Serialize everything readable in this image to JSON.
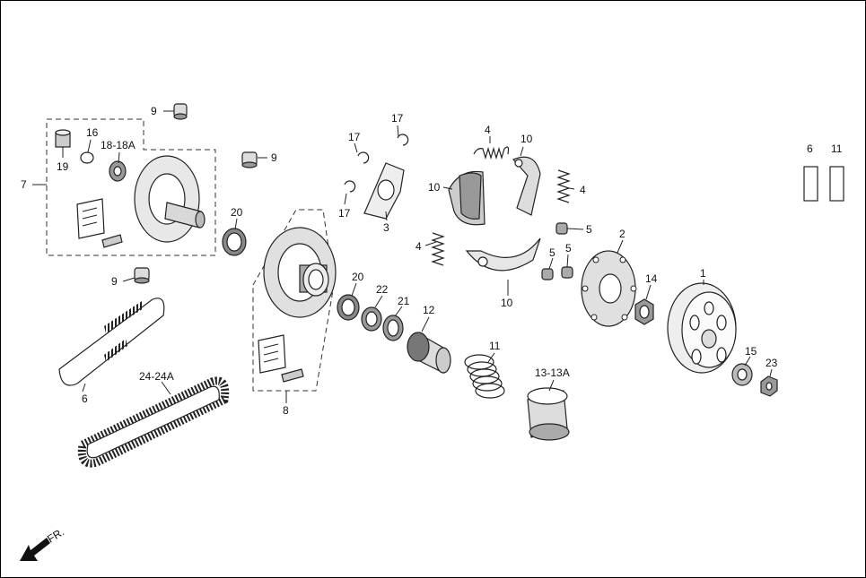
{
  "labels": {
    "l1": "1",
    "l2": "2",
    "l3": "3",
    "l4a": "4",
    "l4b": "4",
    "l4c": "4",
    "l5a": "5",
    "l5b": "5",
    "l5c": "5",
    "l6a": "6",
    "l6b": "6",
    "l7": "7",
    "l8": "8",
    "l9a": "9",
    "l9b": "9",
    "l9c": "9",
    "l10a": "10",
    "l10b": "10",
    "l10c": "10",
    "l11a": "11",
    "l11b": "11",
    "l12": "12",
    "l13": "13-13A",
    "l14": "14",
    "l15": "15",
    "l16": "16",
    "l17a": "17",
    "l17b": "17",
    "l17c": "17",
    "l18": "18-18A",
    "l19": "19",
    "l20a": "20",
    "l20b": "20",
    "l21": "21",
    "l22": "22",
    "l23": "23",
    "l24": "24-24A"
  },
  "front_label": "FR."
}
